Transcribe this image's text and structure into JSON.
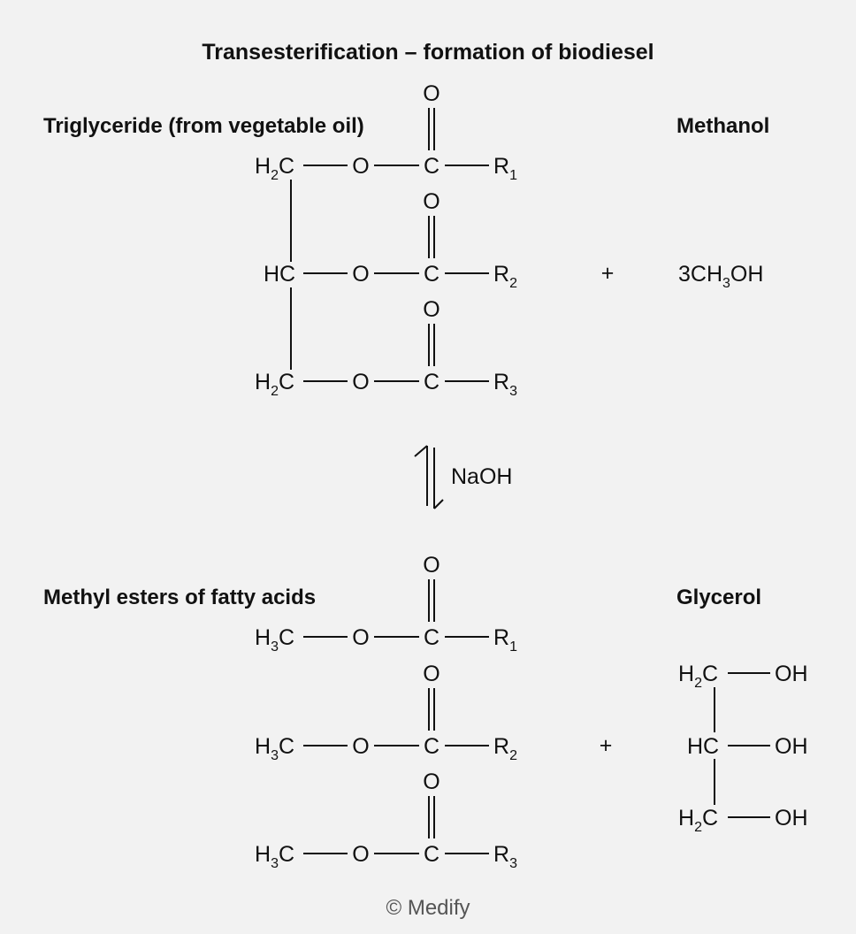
{
  "title": "Transesterification – formation of biodiesel",
  "reactants": {
    "triglyceride_label": "Triglyceride (from vegetable oil)",
    "methanol_label": "Methanol",
    "methanol_formula": {
      "prefix": "3CH",
      "sub": "3",
      "suffix": "OH"
    },
    "plus": "+"
  },
  "atoms": {
    "H": "H",
    "C": "C",
    "O": "O",
    "HC": "HC",
    "R": "R",
    "OH": "OH",
    "sub2": "2",
    "sub3": "3",
    "r_sub": [
      "1",
      "2",
      "3"
    ]
  },
  "catalyst": "NaOH",
  "products": {
    "esters_label": "Methyl esters of fatty acids",
    "glycerol_label": "Glycerol",
    "plus": "+"
  },
  "copyright": "© Medify",
  "colors": {
    "background": "#f2f2f2",
    "ink": "#111111",
    "muted": "#555555"
  }
}
